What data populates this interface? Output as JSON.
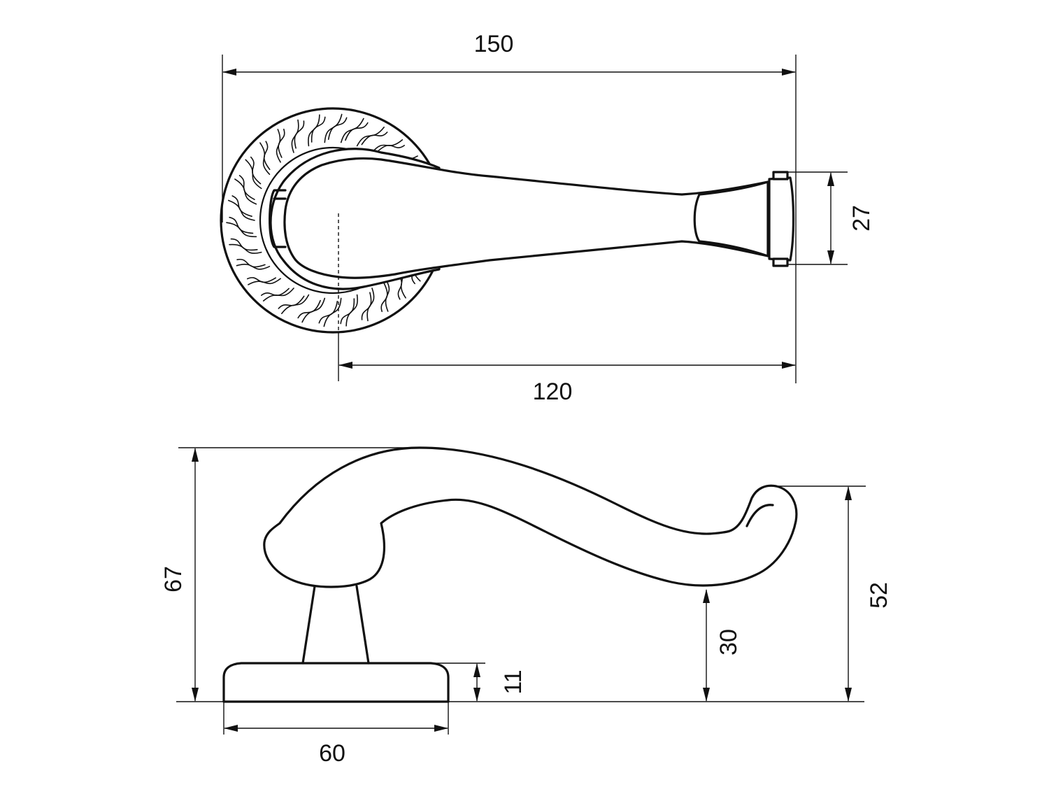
{
  "dimensions": {
    "overall_length": "150",
    "spindle_to_end": "120",
    "end_width": "27",
    "total_height": "67",
    "scroll_height": "52",
    "lever_clearance": "30",
    "rose_thickness": "11",
    "rose_diameter": "60"
  }
}
